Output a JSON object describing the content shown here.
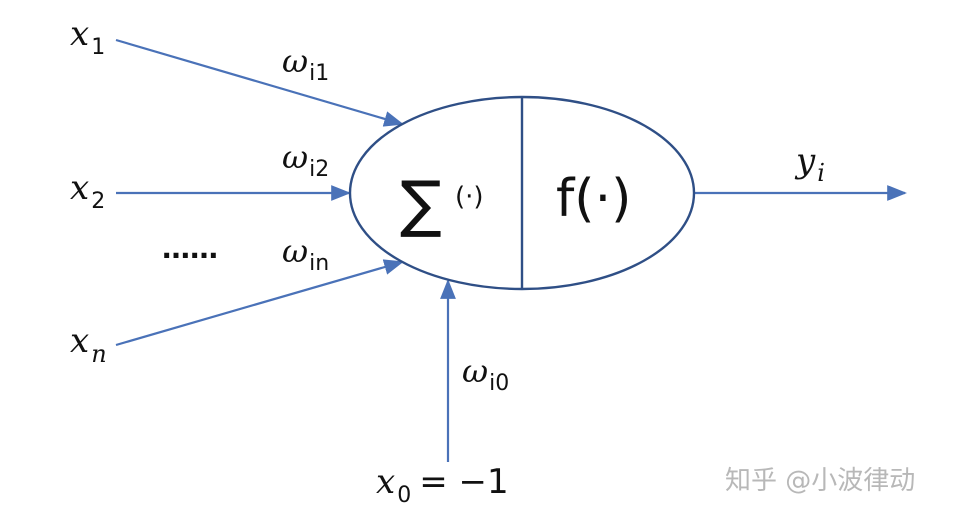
{
  "colors": {
    "edge": "#4a72b8",
    "outline": "#2f4f86",
    "text": "#111111",
    "watermark": "#b8b8b8"
  },
  "inputs": {
    "x1": {
      "var": "x",
      "sub": "1"
    },
    "x2": {
      "var": "x",
      "sub": "2"
    },
    "xn": {
      "var": "x",
      "sub": "n"
    },
    "x0": {
      "var": "x",
      "sub": "0",
      "eq": "= −1"
    }
  },
  "weights": {
    "w1": {
      "sym": "ω",
      "sub": "i1"
    },
    "w2": {
      "sym": "ω",
      "sub": "i2"
    },
    "wn": {
      "sym": "ω",
      "sub": "in"
    },
    "w0": {
      "sym": "ω",
      "sub": "i0"
    }
  },
  "ellipsis": "……",
  "neuron": {
    "sum_symbol": "∑",
    "sum_arg": "(·)",
    "activation": "f(·)"
  },
  "output": {
    "var": "y",
    "sub": "i"
  },
  "watermark": "知乎 @小波律动"
}
